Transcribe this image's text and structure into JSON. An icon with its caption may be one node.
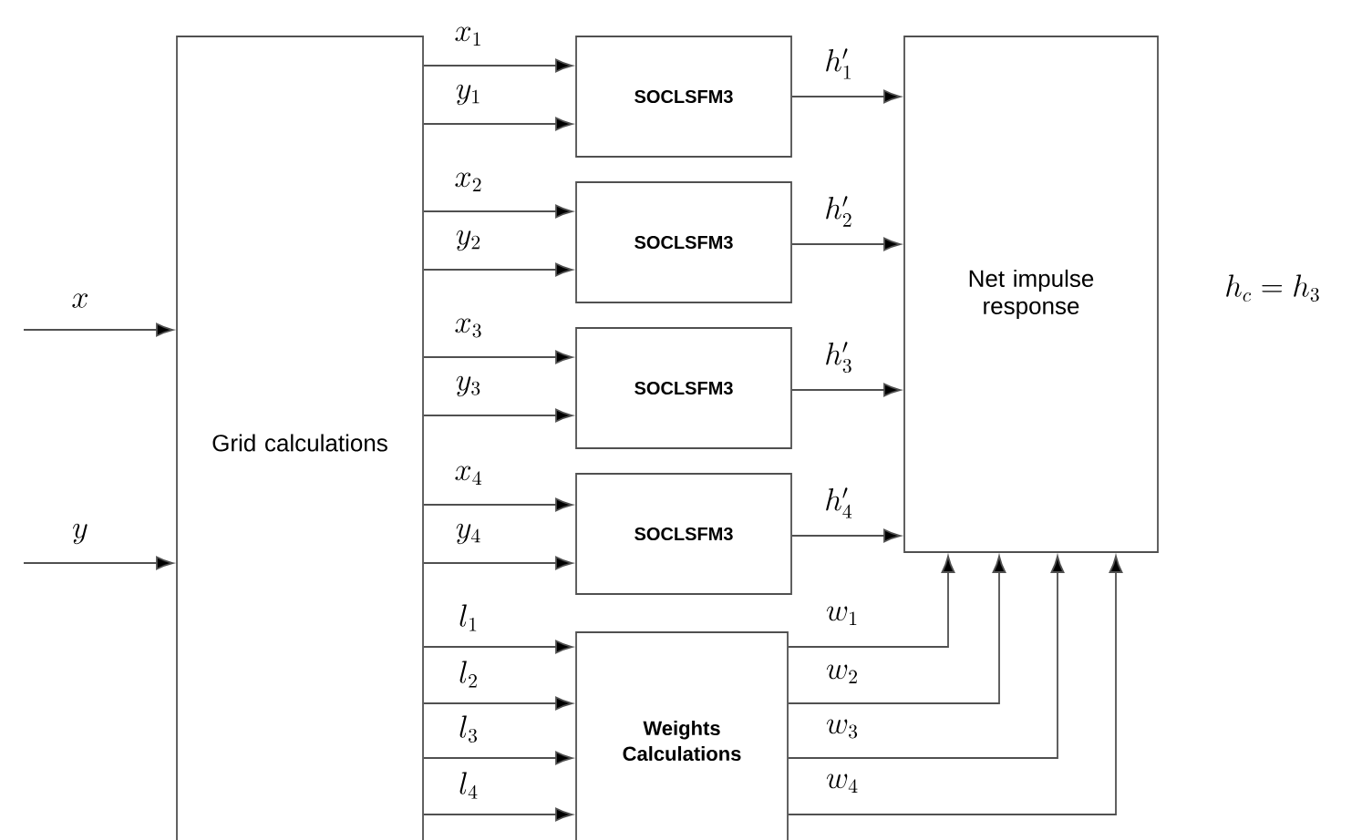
{
  "diagram": {
    "nodes": [
      {
        "text": [
          "Grid calculations"
        ]
      },
      {
        "text": [
          "SOCLSFM3"
        ]
      },
      {
        "text": [
          "SOCLSFM3"
        ]
      },
      {
        "text": [
          "SOCLSFM3"
        ]
      },
      {
        "text": [
          "SOCLSFM3"
        ]
      },
      {
        "text": [
          "Net impulse response"
        ]
      },
      {
        "text": [
          "Weights Calculations"
        ]
      }
    ],
    "edges": [
      {
        "from": null,
        "to": 0,
        "arrow": "to",
        "label": "x"
      },
      {
        "from": null,
        "to": 0,
        "arrow": "to",
        "label": "y"
      },
      {
        "from": 0,
        "to": 1,
        "arrow": "to",
        "label": "x_1"
      },
      {
        "from": 0,
        "to": 1,
        "arrow": "to",
        "label": "y_1"
      },
      {
        "from": 0,
        "to": 2,
        "arrow": "to",
        "label": "x_2"
      },
      {
        "from": 0,
        "to": 2,
        "arrow": "to",
        "label": "y_2"
      },
      {
        "from": 0,
        "to": 3,
        "arrow": "to",
        "label": "x_3"
      },
      {
        "from": 0,
        "to": 3,
        "arrow": "to",
        "label": "y_3"
      },
      {
        "from": 0,
        "to": 4,
        "arrow": "to",
        "label": "x_4"
      },
      {
        "from": 0,
        "to": 4,
        "arrow": "to",
        "label": "y_4"
      },
      {
        "from": 0,
        "to": 6,
        "arrow": "to",
        "label": "l_1"
      },
      {
        "from": 0,
        "to": 6,
        "arrow": "to",
        "label": "l_2"
      },
      {
        "from": 0,
        "to": 6,
        "arrow": "to",
        "label": "l_3"
      },
      {
        "from": 0,
        "to": 6,
        "arrow": "to",
        "label": "l_4"
      },
      {
        "from": 1,
        "to": 5,
        "arrow": "to",
        "label": "h'_1"
      },
      {
        "from": 2,
        "to": 5,
        "arrow": "to",
        "label": "h'_2"
      },
      {
        "from": 3,
        "to": 5,
        "arrow": "to",
        "label": "h'_3"
      },
      {
        "from": 4,
        "to": 5,
        "arrow": "to",
        "label": "h'_4"
      },
      {
        "from": 6,
        "to": 5,
        "arrow": "to",
        "label": "w_1"
      },
      {
        "from": 6,
        "to": 5,
        "arrow": "to",
        "label": "w_2"
      },
      {
        "from": 6,
        "to": 5,
        "arrow": "to",
        "label": "w_3"
      },
      {
        "from": 6,
        "to": 5,
        "arrow": "to",
        "label": "w_4"
      }
    ],
    "labels": [
      "h_c = h_3"
    ]
  }
}
